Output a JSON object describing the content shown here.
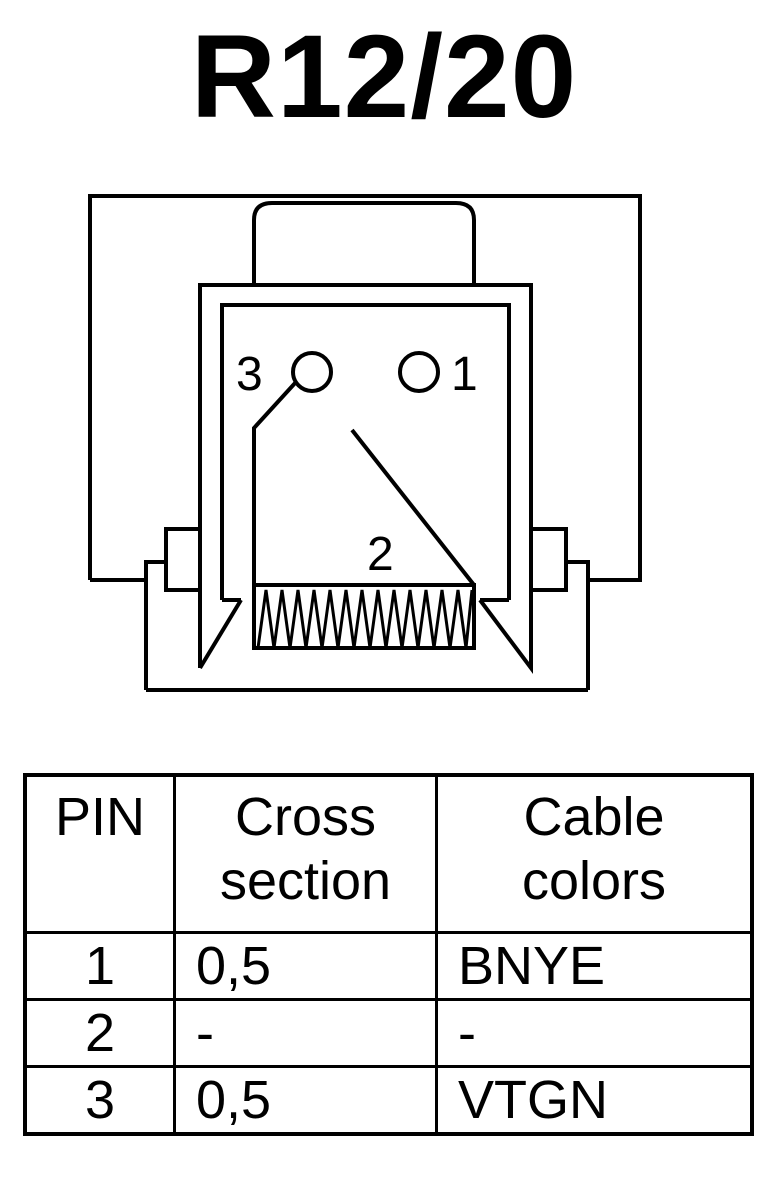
{
  "title": "R12/20",
  "pins_diagram": {
    "labels": [
      "3",
      "1",
      "2"
    ]
  },
  "table": {
    "headers": {
      "pin": "PIN",
      "cross_section": "Cross\nsection",
      "cable_colors": "Cable\ncolors"
    },
    "rows": [
      {
        "pin": "1",
        "cross_section": "0,5",
        "cable_colors": "BNYE"
      },
      {
        "pin": "2",
        "cross_section": "-",
        "cable_colors": "-"
      },
      {
        "pin": "3",
        "cross_section": "0,5",
        "cable_colors": "VTGN"
      }
    ]
  }
}
